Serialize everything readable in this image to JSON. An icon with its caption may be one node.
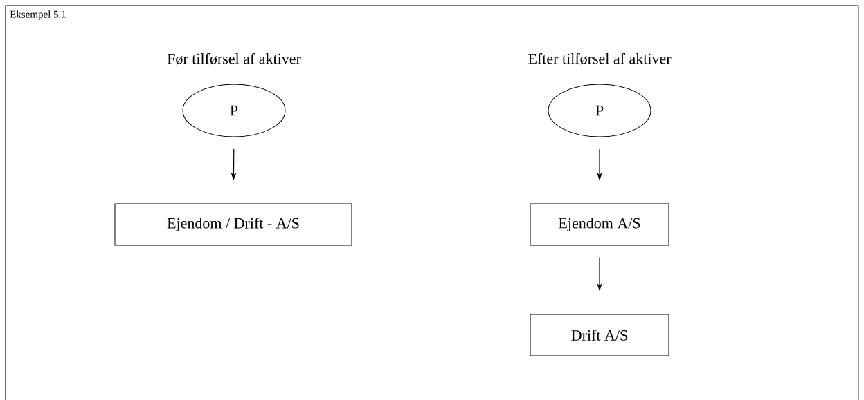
{
  "diagram": {
    "nodes": [
      {
        "text": [
          "P"
        ]
      },
      {
        "text": [
          "Ejendom / Drift - A/S"
        ]
      },
      {
        "text": [
          "P"
        ]
      },
      {
        "text": [
          "Ejendom A/S"
        ]
      },
      {
        "text": [
          "Drift A/S"
        ]
      }
    ],
    "edges": [
      {
        "from": 0,
        "to": 1,
        "arrow": "to"
      },
      {
        "from": 2,
        "to": 3,
        "arrow": "to"
      },
      {
        "from": 3,
        "to": 4,
        "arrow": "to"
      }
    ],
    "labels": [
      "Eksempel 5.1",
      "Før tilførsel af aktiver",
      "Efter tilførsel af aktiver"
    ]
  }
}
